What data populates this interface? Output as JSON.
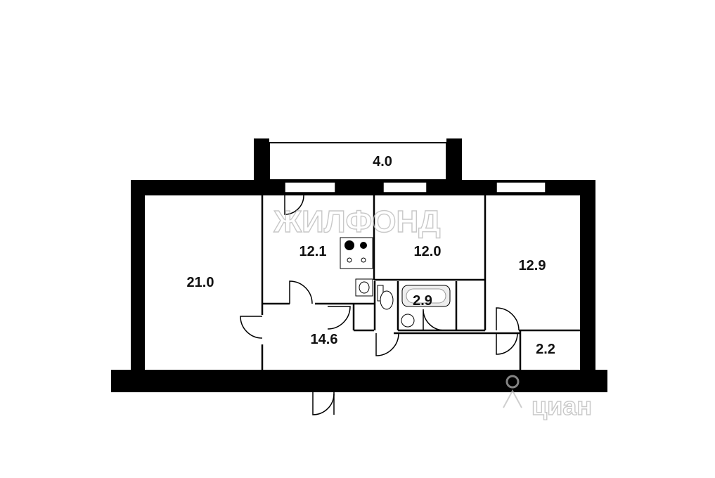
{
  "plan": {
    "rooms": [
      {
        "id": "balcony",
        "area": "4.0"
      },
      {
        "id": "room-left",
        "area": "21.0"
      },
      {
        "id": "kitchen",
        "area": "12.1"
      },
      {
        "id": "room-middle",
        "area": "12.0"
      },
      {
        "id": "room-right",
        "area": "12.9"
      },
      {
        "id": "bathroom",
        "area": "2.9"
      },
      {
        "id": "hallway",
        "area": "14.6"
      },
      {
        "id": "closet",
        "area": "2.2"
      }
    ],
    "watermarks": {
      "agency": "ЖИЛФОНД",
      "site": "циан"
    }
  }
}
